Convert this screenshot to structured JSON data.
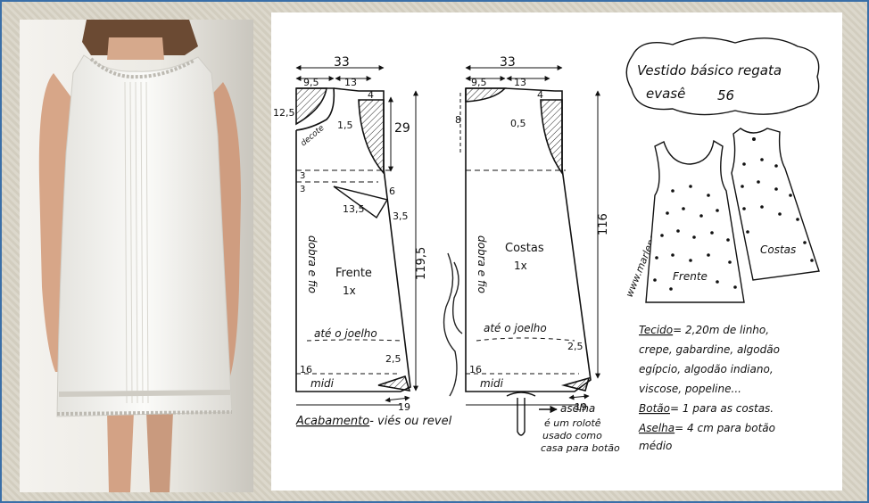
{
  "title": {
    "line1": "Vestido básico regata",
    "line2_a": "evasê",
    "line2_b": "56"
  },
  "site": "www.marlenemukai.com.br",
  "front": {
    "width_top": "33",
    "shoulder_left": "9,5",
    "neck": "13",
    "neck_drop": "4",
    "collar_side": "12,5",
    "armhole_depth": "29",
    "armhole_curve": "1,5",
    "decote_label": "decote",
    "v3a": "3",
    "v3b": "3",
    "dart_len": "13,5",
    "dart_a": "6",
    "dart_b": "3,5",
    "total_len": "119,5",
    "fold_label": "dobra e fio",
    "name": "Frente",
    "qty": "1x",
    "knee_label": "até o joelho",
    "flare": "2,5",
    "hem_above": "16",
    "midi_label": "midi",
    "hem_width": "19"
  },
  "back": {
    "width_top": "33",
    "shoulder_left": "9,5",
    "neck": "13",
    "neck_drop": "4",
    "nape_depth": "8",
    "armhole_curve": "0,5",
    "total_len": "116",
    "fold_label": "dobra e fio",
    "name": "Costas",
    "qty": "1x",
    "knee_label": "até o joelho",
    "flare": "2,5",
    "hem_above": "16",
    "midi_label": "midi",
    "hem_width": "19"
  },
  "finish": {
    "label": "Acabamento",
    "text": "viés ou revel"
  },
  "loop": {
    "label": "aselha",
    "l1": "é um rolotê",
    "l2": "usado como",
    "l3": "casa para botão"
  },
  "illustration": {
    "front_label": "Frente",
    "back_label": "Costas"
  },
  "notes": [
    {
      "key": "Tecido",
      "text": "2,20m de linho,"
    },
    {
      "key": "",
      "text": "crepe, gabardine, algodão"
    },
    {
      "key": "",
      "text": "egípcio, algodão indiano,"
    },
    {
      "key": "",
      "text": "viscose, popeline..."
    },
    {
      "key": "Botão",
      "text": "1 para as costas."
    },
    {
      "key": "Aselha",
      "text": "4 cm para botão"
    },
    {
      "key": "",
      "text": "médio"
    }
  ]
}
